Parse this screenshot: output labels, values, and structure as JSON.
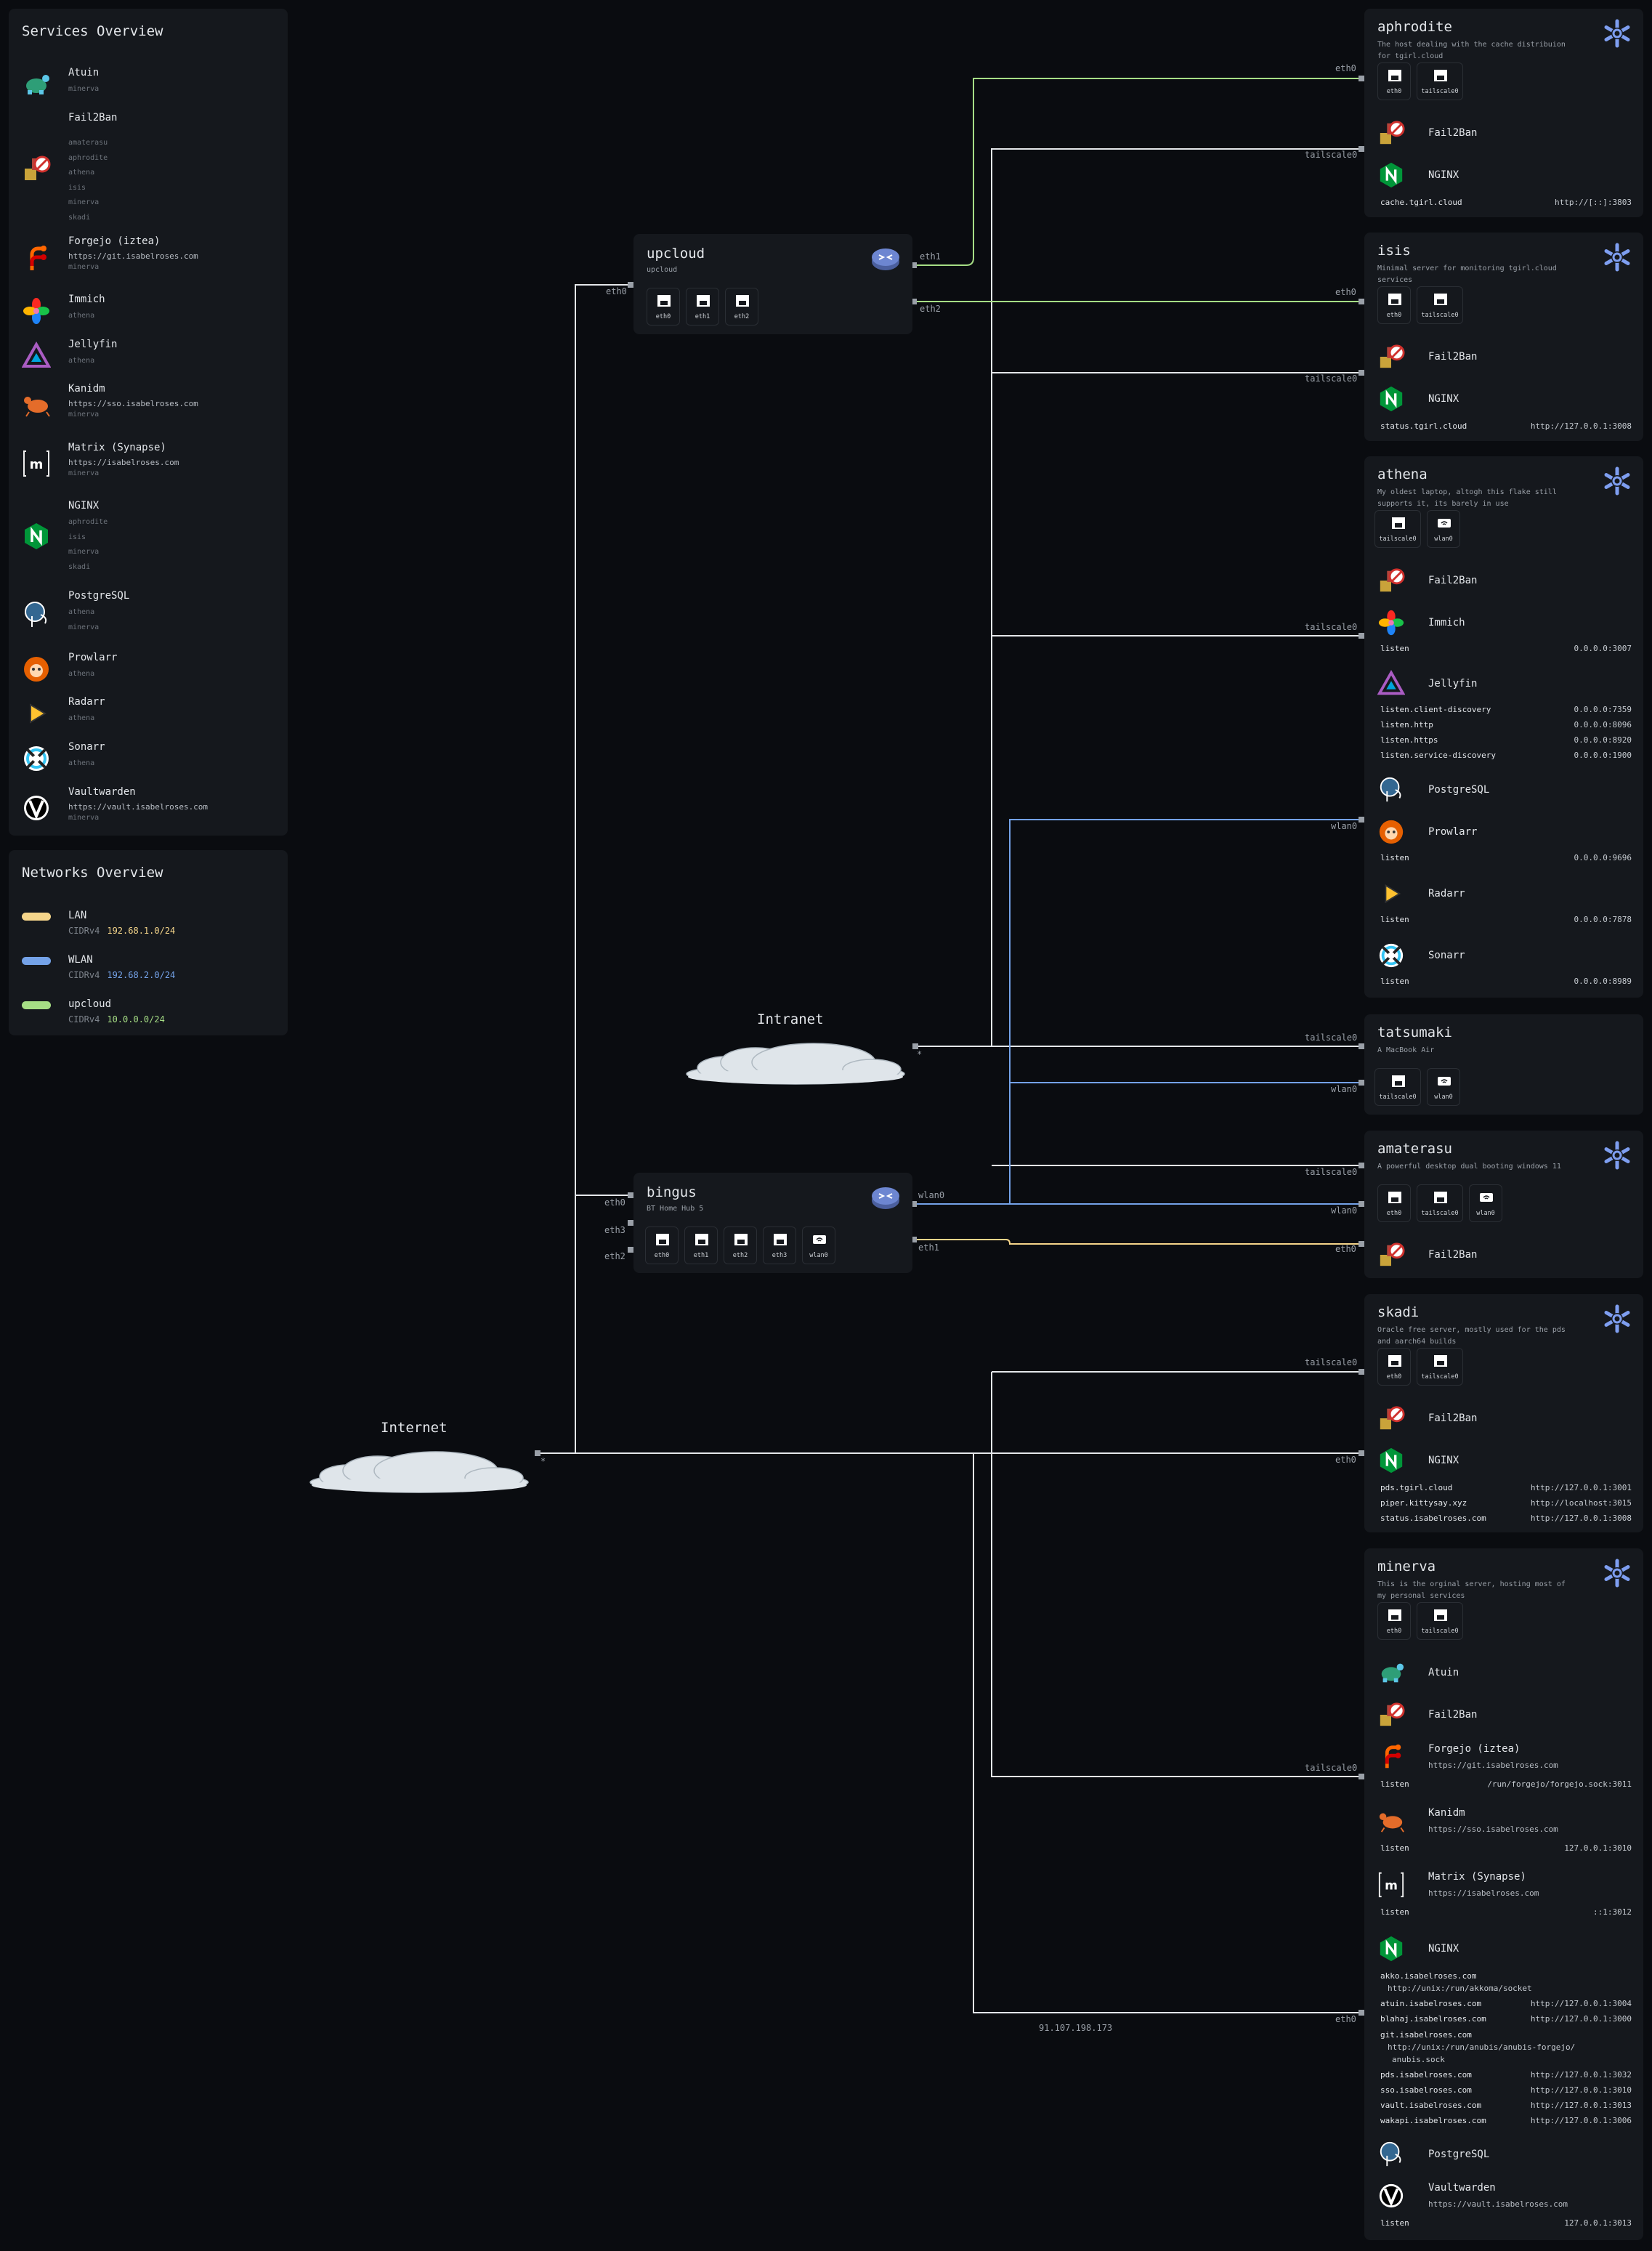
{
  "colors": {
    "lan": "#f5d58a",
    "wlan": "#74a2e8",
    "upcloud": "#a6de85",
    "wire": "#e4e7ea"
  },
  "services_panel": {
    "title": "Services Overview",
    "items": [
      {
        "name": "Atuin",
        "icon": "turtle-icon",
        "hosts": [
          "minerva"
        ]
      },
      {
        "name": "Fail2Ban",
        "icon": "fail2ban-icon",
        "hosts": [
          "amaterasu",
          "aphrodite",
          "athena",
          "isis",
          "minerva",
          "skadi"
        ]
      },
      {
        "name": "Forgejo (iztea)",
        "icon": "forgejo-icon",
        "url": "https://git.isabelroses.com",
        "hosts": [
          "minerva"
        ]
      },
      {
        "name": "Immich",
        "icon": "immich-icon",
        "hosts": [
          "athena"
        ]
      },
      {
        "name": "Jellyfin",
        "icon": "jellyfin-icon",
        "hosts": [
          "athena"
        ]
      },
      {
        "name": "Kanidm",
        "icon": "crab-icon",
        "url": "https://sso.isabelroses.com",
        "hosts": [
          "minerva"
        ]
      },
      {
        "name": "Matrix (Synapse)",
        "icon": "matrix-icon",
        "url": "https://isabelroses.com",
        "hosts": [
          "minerva"
        ]
      },
      {
        "name": "NGINX",
        "icon": "nginx-icon",
        "hosts": [
          "aphrodite",
          "isis",
          "minerva",
          "skadi"
        ]
      },
      {
        "name": "PostgreSQL",
        "icon": "postgresql-icon",
        "hosts": [
          "athena",
          "minerva"
        ]
      },
      {
        "name": "Prowlarr",
        "icon": "prowlarr-icon",
        "hosts": [
          "athena"
        ]
      },
      {
        "name": "Radarr",
        "icon": "radarr-icon",
        "hosts": [
          "athena"
        ]
      },
      {
        "name": "Sonarr",
        "icon": "sonarr-icon",
        "hosts": [
          "athena"
        ]
      },
      {
        "name": "Vaultwarden",
        "icon": "vaultwarden-icon",
        "url": "https://vault.isabelroses.com",
        "hosts": [
          "minerva"
        ]
      }
    ]
  },
  "networks_panel": {
    "title": "Networks Overview",
    "items": [
      {
        "name": "LAN",
        "cidr_label": "CIDRv4",
        "cidr": "192.68.1.0/24",
        "color": "#f5d58a"
      },
      {
        "name": "WLAN",
        "cidr_label": "CIDRv4",
        "cidr": "192.68.2.0/24",
        "color": "#74a2e8"
      },
      {
        "name": "upcloud",
        "cidr_label": "CIDRv4",
        "cidr": "10.0.0.0/24",
        "color": "#a6de85"
      }
    ]
  },
  "routers": {
    "upcloud": {
      "name": "upcloud",
      "desc": "upcloud",
      "interfaces": [
        "eth0",
        "eth1",
        "eth2"
      ],
      "port_labels": {
        "in": "eth0",
        "out1": "eth1",
        "out2": "eth2"
      }
    },
    "bingus": {
      "name": "bingus",
      "desc": "BT Home Hub 5",
      "interfaces": [
        "eth0",
        "eth1",
        "eth2",
        "eth3",
        "wlan0"
      ],
      "port_labels": {
        "in0": "eth0",
        "in3": "eth3",
        "in2": "eth2",
        "out_wlan": "wlan0",
        "out_eth": "eth1"
      }
    }
  },
  "clouds": {
    "intranet": "Intranet",
    "intranet_port": "*",
    "internet": "Internet",
    "internet_port": "*"
  },
  "wire_labels": {
    "aphrodite_eth0": "eth0",
    "aphrodite_ts": "tailscale0",
    "isis_eth0": "eth0",
    "isis_ts": "tailscale0",
    "athena_ts": "tailscale0",
    "athena_wlan": "wlan0",
    "tatsumaki_ts": "tailscale0",
    "tatsumaki_wlan": "wlan0",
    "amaterasu_ts": "tailscale0",
    "amaterasu_wlan": "wlan0",
    "amaterasu_eth0": "eth0",
    "skadi_ts": "tailscale0",
    "skadi_eth0": "eth0",
    "minerva_ts": "tailscale0",
    "minerva_eth0": "eth0",
    "minerva_addr": "91.107.198.173"
  },
  "hosts": {
    "aphrodite": {
      "name": "aphrodite",
      "desc": "The host dealing with the cache distribuion for tgirl.cloud",
      "interfaces": [
        "eth0",
        "tailscale0"
      ],
      "services": [
        {
          "name": "Fail2Ban",
          "icon": "fail2ban-icon"
        },
        {
          "name": "NGINX",
          "icon": "nginx-icon"
        }
      ],
      "entries": [
        {
          "k": "cache.tgirl.cloud",
          "v": "http://[::]:3803"
        }
      ]
    },
    "isis": {
      "name": "isis",
      "desc": "Minimal server for monitoring tgirl.cloud services",
      "interfaces": [
        "eth0",
        "tailscale0"
      ],
      "services": [
        {
          "name": "Fail2Ban",
          "icon": "fail2ban-icon"
        },
        {
          "name": "NGINX",
          "icon": "nginx-icon"
        }
      ],
      "entries": [
        {
          "k": "status.tgirl.cloud",
          "v": "http://127.0.0.1:3008"
        }
      ]
    },
    "athena": {
      "name": "athena",
      "desc": "My oldest laptop, altogh this flake still supports it, its barely in use",
      "interfaces": [
        "tailscale0",
        "wlan0"
      ],
      "fail2ban": "Fail2Ban",
      "immich": {
        "name": "Immich",
        "listen": {
          "k": "listen",
          "v": "0.0.0.0:3007"
        }
      },
      "jellyfin": {
        "name": "Jellyfin",
        "entries": [
          {
            "k": "listen.client-discovery",
            "v": "0.0.0.0:7359"
          },
          {
            "k": "listen.http",
            "v": "0.0.0.0:8096"
          },
          {
            "k": "listen.https",
            "v": "0.0.0.0:8920"
          },
          {
            "k": "listen.service-discovery",
            "v": "0.0.0.0:1900"
          }
        ]
      },
      "postgresql": "PostgreSQL",
      "prowlarr": {
        "name": "Prowlarr",
        "listen": {
          "k": "listen",
          "v": "0.0.0.0:9696"
        }
      },
      "radarr": {
        "name": "Radarr",
        "listen": {
          "k": "listen",
          "v": "0.0.0.0:7878"
        }
      },
      "sonarr": {
        "name": "Sonarr",
        "listen": {
          "k": "listen",
          "v": "0.0.0.0:8989"
        }
      }
    },
    "tatsumaki": {
      "name": "tatsumaki",
      "desc": "A MacBook Air",
      "interfaces": [
        "tailscale0",
        "wlan0"
      ]
    },
    "amaterasu": {
      "name": "amaterasu",
      "desc": "A powerful desktop dual booting windows 11",
      "interfaces": [
        "eth0",
        "tailscale0",
        "wlan0"
      ],
      "services": [
        {
          "name": "Fail2Ban",
          "icon": "fail2ban-icon"
        }
      ]
    },
    "skadi": {
      "name": "skadi",
      "desc": "Oracle free server, mostly used for the pds and aarch64 builds",
      "interfaces": [
        "eth0",
        "tailscale0"
      ],
      "services": [
        {
          "name": "Fail2Ban",
          "icon": "fail2ban-icon"
        },
        {
          "name": "NGINX",
          "icon": "nginx-icon"
        }
      ],
      "entries": [
        {
          "k": "pds.tgirl.cloud",
          "v": "http://127.0.0.1:3001"
        },
        {
          "k": "piper.kittysay.xyz",
          "v": "http://localhost:3015"
        },
        {
          "k": "status.isabelroses.com",
          "v": "http://127.0.0.1:3008"
        }
      ]
    },
    "minerva": {
      "name": "minerva",
      "desc": "This is the orginal server, hosting most of my personal services",
      "interfaces": [
        "eth0",
        "tailscale0"
      ],
      "atuin": "Atuin",
      "fail2ban": "Fail2Ban",
      "forgejo": {
        "name": "Forgejo (iztea)",
        "url": "https://git.isabelroses.com",
        "listen": {
          "k": "listen",
          "v": "/run/forgejo/forgejo.sock:3011"
        }
      },
      "kanidm": {
        "name": "Kanidm",
        "url": "https://sso.isabelroses.com",
        "listen": {
          "k": "listen",
          "v": "127.0.0.1:3010"
        }
      },
      "matrix": {
        "name": "Matrix (Synapse)",
        "url": "https://isabelroses.com",
        "listen": {
          "k": "listen",
          "v": "::1:3012"
        }
      },
      "nginx": {
        "name": "NGINX",
        "akkoma": {
          "k": "akko.isabelroses.com",
          "v": "http://unix:/run/akkoma/socket"
        },
        "entries1": [
          {
            "k": "atuin.isabelroses.com",
            "v": "http://127.0.0.1:3004"
          },
          {
            "k": "blahaj.isabelroses.com",
            "v": "http://127.0.0.1:3000"
          }
        ],
        "git": {
          "k": "git.isabelroses.com",
          "v1": "http://unix:/run/anubis/anubis-forgejo/",
          "v2": "anubis.sock"
        },
        "entries2": [
          {
            "k": "pds.isabelroses.com",
            "v": "http://127.0.0.1:3032"
          },
          {
            "k": "sso.isabelroses.com",
            "v": "http://127.0.0.1:3010"
          },
          {
            "k": "vault.isabelroses.com",
            "v": "http://127.0.0.1:3013"
          },
          {
            "k": "wakapi.isabelroses.com",
            "v": "http://127.0.0.1:3006"
          }
        ]
      },
      "postgresql": "PostgreSQL",
      "vaultwarden": {
        "name": "Vaultwarden",
        "url": "https://vault.isabelroses.com",
        "listen": {
          "k": "listen",
          "v": "127.0.0.1:3013"
        }
      }
    }
  }
}
